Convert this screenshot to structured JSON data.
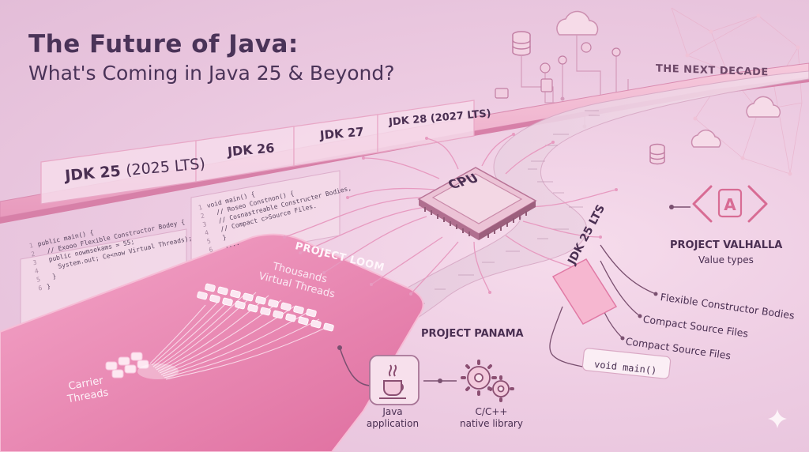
{
  "title": {
    "line1": "The Future of Java:",
    "line2": "What's Coming in Java 25 & Beyond?"
  },
  "next_decade": "THE NEXT DECADE",
  "timeline": {
    "jdk25": "JDK 25",
    "jdk25_lts": "(2025 LTS)",
    "jdk26": "JDK 26",
    "jdk27": "JDK 27",
    "jdk28": "JDK 28 (2027 LTS)"
  },
  "code_a": "public main() {\n  // Exooo Flexible Constructor Bodey {\n  public nowmsekams = 55;\n    System.out; Ce<now Virtual Threads);\n  }\n}",
  "code_a_gutter": "1\n2\n3\n4\n5\n6",
  "code_b": "void main() {\n  // Roseo Constnon() {\n  // Cosnastreable Constructer Bodies,\n  // Compact c>Source Files.\n  }\n  ....",
  "code_b_gutter": "1\n2\n3\n4\n5\n6",
  "cpu": "CPU",
  "loom": {
    "title": "PROJECT LOOM",
    "subtitle_1": "Thousands",
    "subtitle_2": "Virtual Threads",
    "carrier_1": "Carrier",
    "carrier_2": "Threads"
  },
  "panama": {
    "title": "PROJECT PANAMA",
    "java_1": "Java",
    "java_2": "application",
    "native_1": "C/C++",
    "native_2": "native library"
  },
  "valhalla": {
    "title": "PROJECT VALHALLA",
    "subtitle": "Value types",
    "icon_letter": "A"
  },
  "jdk25_lts_label": "JDK 25 LTS",
  "features": [
    "Flexible Constructor Bodies",
    "Compact Source Files",
    "Compact Source Files"
  ],
  "void_main": "void main()",
  "colors": {
    "accent_pink": "#e77aa8",
    "dark_text": "#4a2f52",
    "loom_fill": "#e98bb6"
  }
}
